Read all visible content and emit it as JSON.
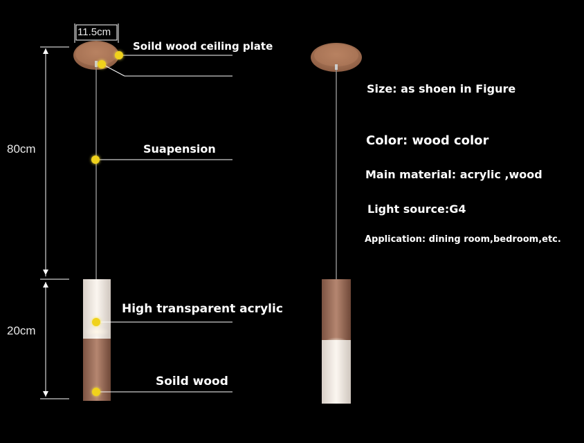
{
  "dimensions": {
    "plate_width": "11.5cm",
    "cord_length": "80cm",
    "lamp_height": "20cm"
  },
  "callouts": {
    "ceiling_plate": "Soild wood ceiling plate",
    "suspension": "Suapension",
    "acrylic": "High transparent acrylic",
    "wood": "Soild  wood"
  },
  "specs": {
    "size": "Size: as shoen in Figure",
    "color": "Color: wood color",
    "material": "Main material: acrylic ,wood",
    "light": "Light source:G4",
    "application": "Application: dining room,bedroom,etc."
  },
  "colors": {
    "background": "#000000",
    "marker": "#f0d21c",
    "wood": "#a0705a",
    "acrylic": "#f3ece6"
  }
}
